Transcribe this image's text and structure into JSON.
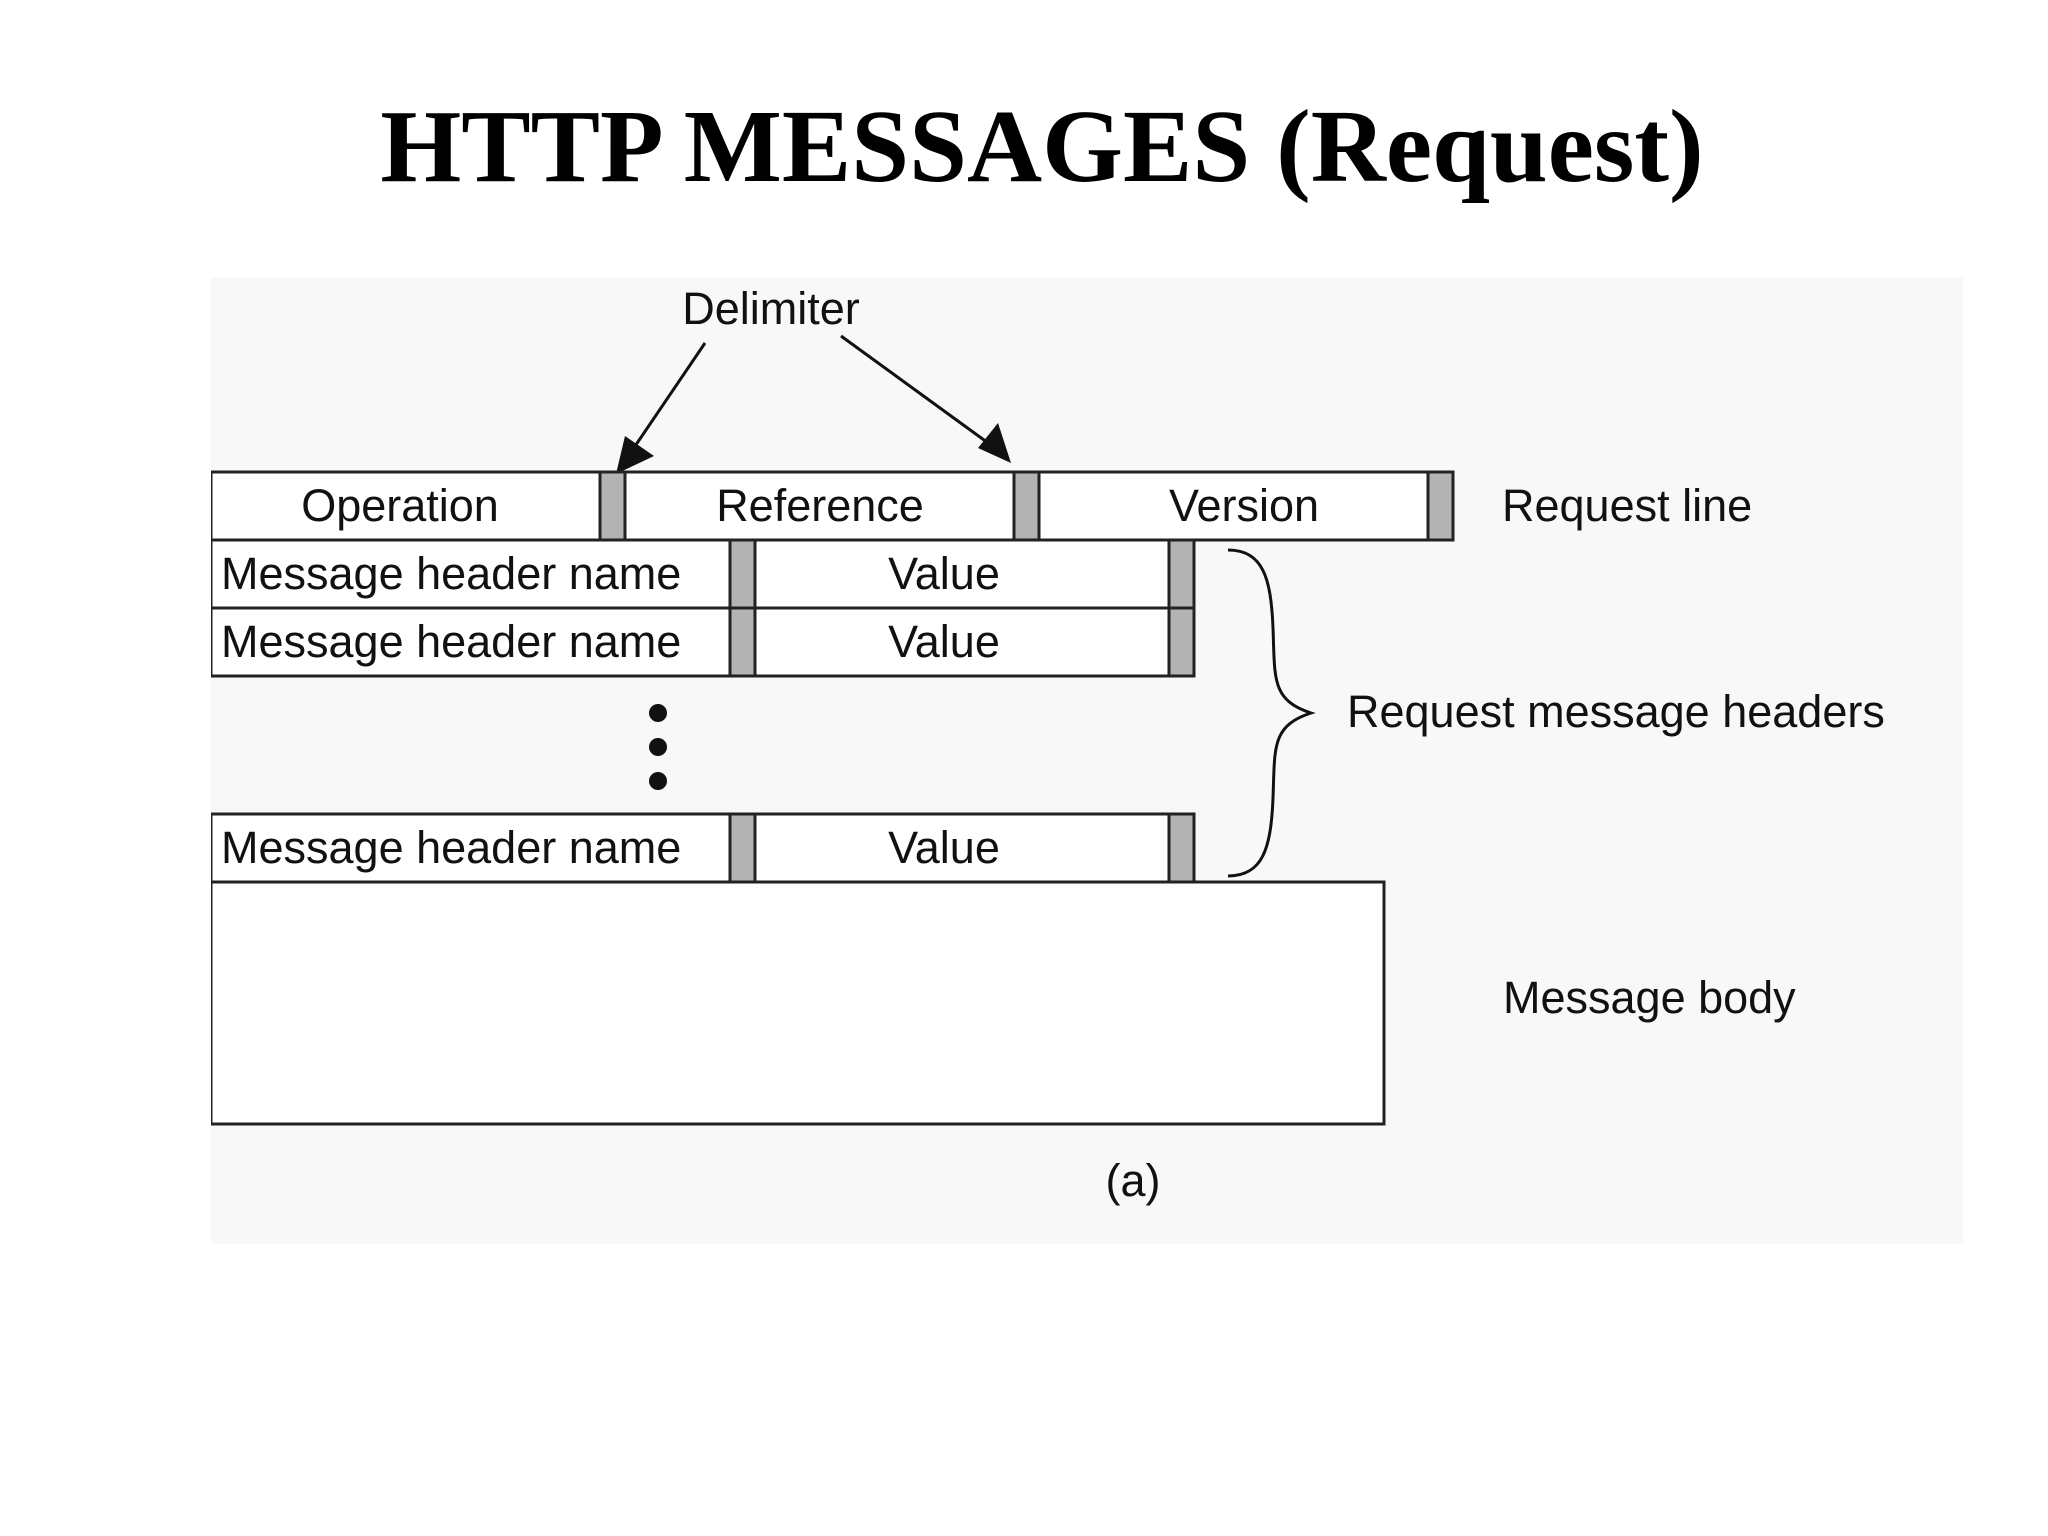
{
  "title": "HTTP MESSAGES (Request)",
  "diagram": {
    "delimiter_label": "Delimiter",
    "request_line": {
      "fields": [
        "Operation",
        "Reference",
        "Version"
      ],
      "label": "Request line"
    },
    "header_rows": [
      {
        "name": "Message header name",
        "value": "Value"
      },
      {
        "name": "Message header name",
        "value": "Value"
      },
      {
        "name": "Message header name",
        "value": "Value"
      }
    ],
    "headers_label": "Request message headers",
    "body_label": "Message body",
    "caption": "(a)"
  },
  "colors": {
    "background": "#ffffff",
    "panel": "#f8f8f8",
    "delimiter_fill": "#b3b3b3",
    "line": "#222222"
  }
}
